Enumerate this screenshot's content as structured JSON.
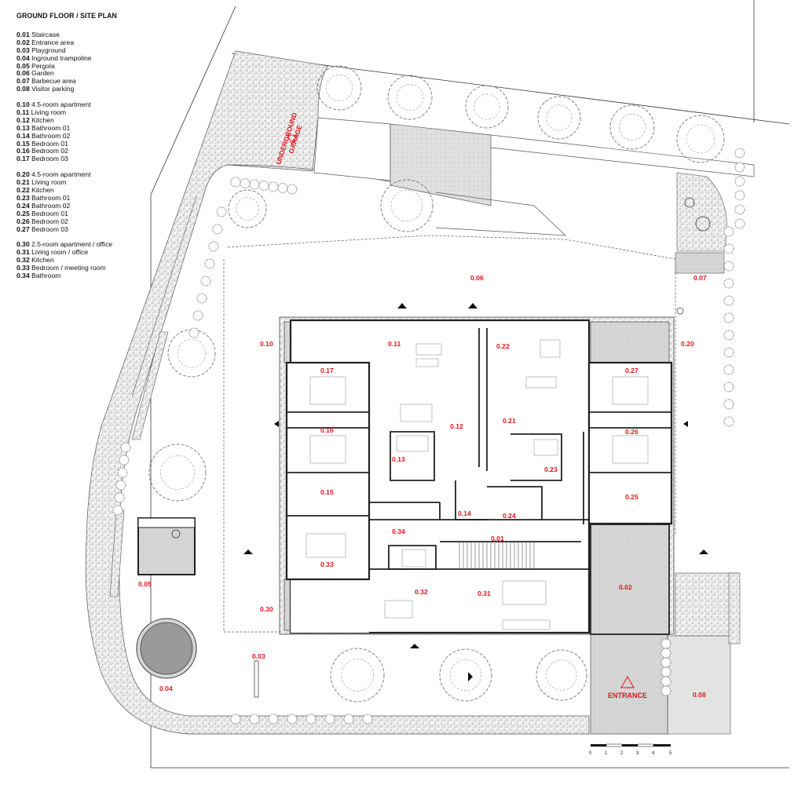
{
  "title": "GROUND FLOOR / SITE PLAN",
  "legend": [
    [
      {
        "code": "0.01",
        "name": "Staircase"
      },
      {
        "code": "0.02",
        "name": "Entrance area"
      },
      {
        "code": "0.03",
        "name": "Playground"
      },
      {
        "code": "0.04",
        "name": "Inground trampoline"
      },
      {
        "code": "0.05",
        "name": "Pergola"
      },
      {
        "code": "0.06",
        "name": "Garden"
      },
      {
        "code": "0.07",
        "name": "Barbecue area"
      },
      {
        "code": "0.08",
        "name": "Visitor parking"
      }
    ],
    [
      {
        "code": "0.10",
        "name": "4.5-room apartment"
      },
      {
        "code": "0.11",
        "name": "Living room"
      },
      {
        "code": "0.12",
        "name": "Kitchen"
      },
      {
        "code": "0.13",
        "name": "Bathroom 01"
      },
      {
        "code": "0.14",
        "name": "Bathroom 02"
      },
      {
        "code": "0.15",
        "name": "Bedroom 01"
      },
      {
        "code": "0.16",
        "name": "Bedroom 02"
      },
      {
        "code": "0.17",
        "name": "Bedroom 03"
      }
    ],
    [
      {
        "code": "0.20",
        "name": "4.5-room apartment"
      },
      {
        "code": "0.21",
        "name": "Living room"
      },
      {
        "code": "0.22",
        "name": "Kitchen"
      },
      {
        "code": "0.23",
        "name": "Bathroom 01"
      },
      {
        "code": "0.24",
        "name": "Bathroom 02"
      },
      {
        "code": "0.25",
        "name": "Bedroom 01"
      },
      {
        "code": "0.26",
        "name": "Bedroom 02"
      },
      {
        "code": "0.27",
        "name": "Bedroom 03"
      }
    ],
    [
      {
        "code": "0.30",
        "name": "2.5-room apartment / office"
      },
      {
        "code": "0.31",
        "name": "Living room / office"
      },
      {
        "code": "0.32",
        "name": "Kitchen"
      },
      {
        "code": "0.33",
        "name": "Bedroom / meeting room"
      },
      {
        "code": "0.34",
        "name": "Bathroom"
      }
    ]
  ],
  "room_labels": {
    "r001": "0.01",
    "r002": "0.02",
    "r003": "0.03",
    "r004": "0.04",
    "r005": "0.05",
    "r006": "0.06",
    "r007": "0.07",
    "r008": "0.08",
    "r010": "0.10",
    "r011": "0.11",
    "r012": "0.12",
    "r013": "0.13",
    "r014": "0.14",
    "r015": "0.15",
    "r016": "0.16",
    "r017": "0.17",
    "r020": "0.20",
    "r021": "0.21",
    "r022": "0.22",
    "r023": "0.23",
    "r024": "0.24",
    "r025": "0.25",
    "r026": "0.26",
    "r027": "0.27",
    "r030": "0.30",
    "r031": "0.31",
    "r032": "0.32",
    "r033": "0.33",
    "r034": "0.34"
  },
  "annotations": {
    "garage_line1": "UNDERGROUND",
    "garage_line2": "GARAGE",
    "entrance": "ENTRANCE"
  },
  "scale_bar": [
    "0",
    "1",
    "2",
    "3",
    "4",
    "5"
  ],
  "colors": {
    "label": "#e0161b",
    "line": "#222222",
    "paving": "#d9d9d9",
    "tree": "#777777"
  }
}
